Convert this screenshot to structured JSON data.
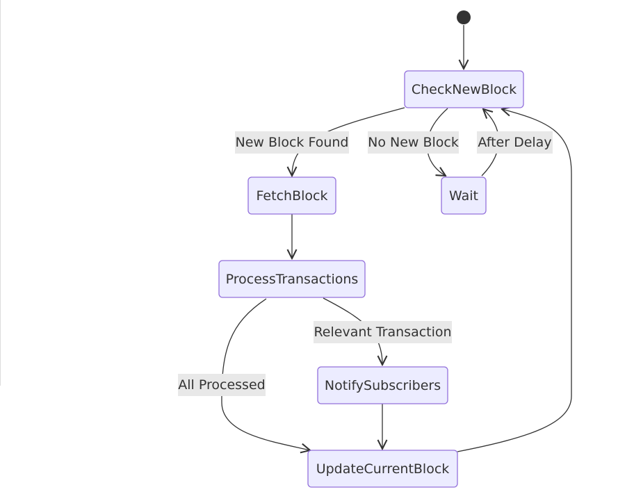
{
  "diagram": {
    "type": "state-diagram",
    "states": {
      "check_new_block": "CheckNewBlock",
      "fetch_block": "FetchBlock",
      "wait": "Wait",
      "process_transactions": "ProcessTransactions",
      "notify_subscribers": "NotifySubscribers",
      "update_current_block": "UpdateCurrentBlock"
    },
    "transitions": {
      "new_block_found": "New Block Found",
      "no_new_block": "No New Block",
      "after_delay": "After Delay",
      "relevant_transaction": "Relevant Transaction",
      "all_processed": "All Processed"
    },
    "colors": {
      "node_fill": "#ececff",
      "node_stroke": "#9370db",
      "edge": "#333333",
      "label_bg": "#e8e8e8",
      "text": "#333333"
    }
  }
}
